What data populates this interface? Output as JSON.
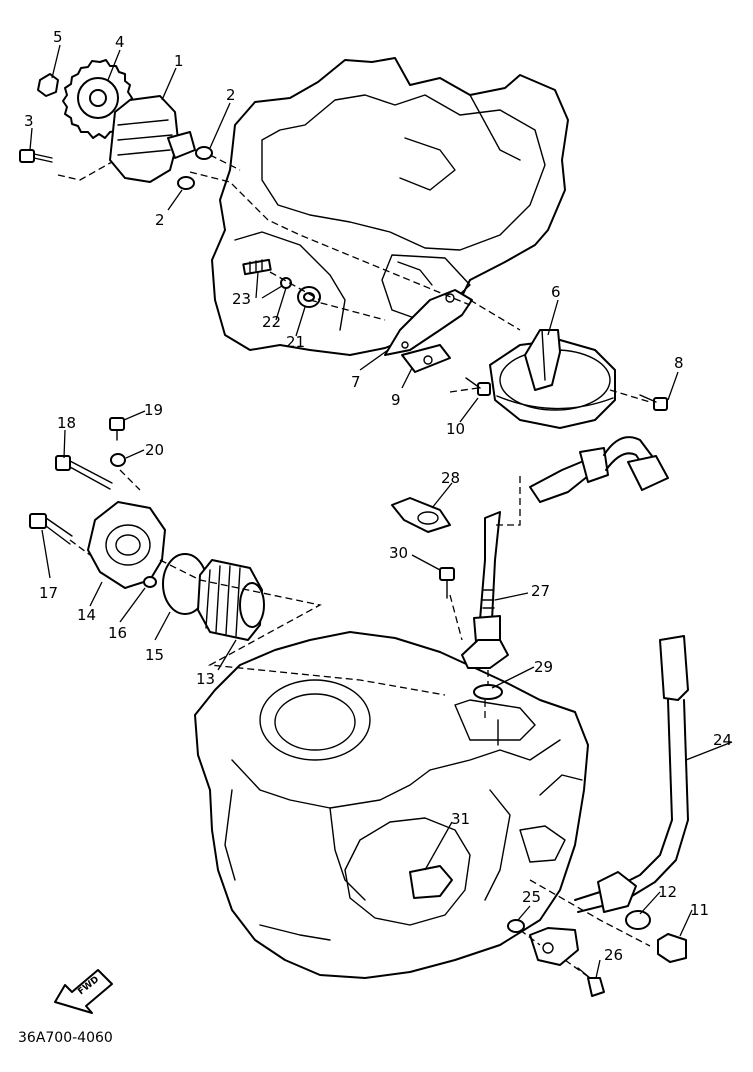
{
  "diagram": {
    "callouts": [
      {
        "id": "c5",
        "text": "5"
      },
      {
        "id": "c4",
        "text": "4"
      },
      {
        "id": "c1",
        "text": "1"
      },
      {
        "id": "c3",
        "text": "3"
      },
      {
        "id": "c2a",
        "text": "2"
      },
      {
        "id": "c2b",
        "text": "2"
      },
      {
        "id": "c6",
        "text": "6"
      },
      {
        "id": "c23",
        "text": "23"
      },
      {
        "id": "c22",
        "text": "22"
      },
      {
        "id": "c21",
        "text": "21"
      },
      {
        "id": "c7",
        "text": "7"
      },
      {
        "id": "c9",
        "text": "9"
      },
      {
        "id": "c8",
        "text": "8"
      },
      {
        "id": "c10",
        "text": "10"
      },
      {
        "id": "c18",
        "text": "18"
      },
      {
        "id": "c19",
        "text": "19"
      },
      {
        "id": "c20",
        "text": "20"
      },
      {
        "id": "c28",
        "text": "28"
      },
      {
        "id": "c30",
        "text": "30"
      },
      {
        "id": "c27",
        "text": "27"
      },
      {
        "id": "c17",
        "text": "17"
      },
      {
        "id": "c14",
        "text": "14"
      },
      {
        "id": "c16",
        "text": "16"
      },
      {
        "id": "c15",
        "text": "15"
      },
      {
        "id": "c13",
        "text": "13"
      },
      {
        "id": "c29",
        "text": "29"
      },
      {
        "id": "c24",
        "text": "24"
      },
      {
        "id": "c31",
        "text": "31"
      },
      {
        "id": "c12",
        "text": "12"
      },
      {
        "id": "c11",
        "text": "11"
      },
      {
        "id": "c25",
        "text": "25"
      },
      {
        "id": "c26",
        "text": "26"
      }
    ],
    "fwd_label": "FWD",
    "drawing_code": "36A700-4060"
  }
}
